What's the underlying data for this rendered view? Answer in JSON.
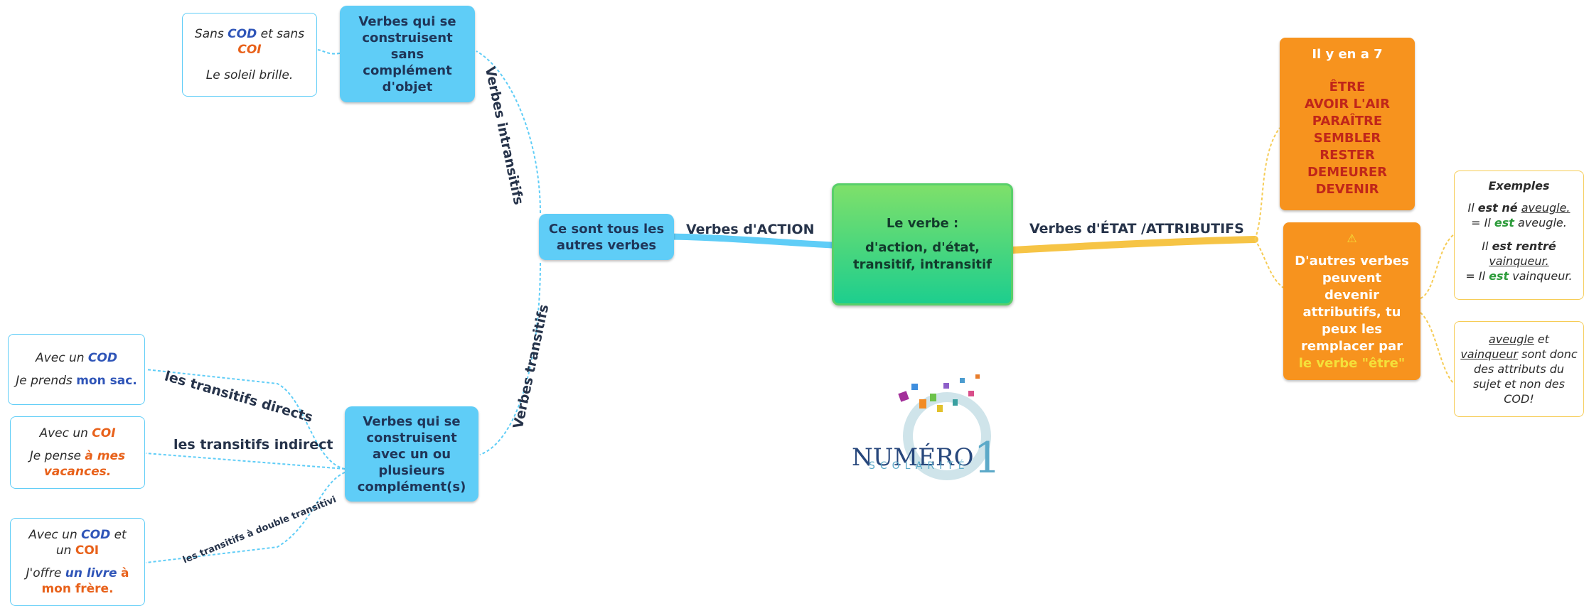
{
  "central": {
    "line1": "Le verbe :",
    "line2": "d'action, d'état,",
    "line3": "transitif, intransitif"
  },
  "branches": {
    "action": "Verbes d'ACTION",
    "etat": "Verbes d'ÉTAT /ATTRIBUTIFS",
    "intransitifs": "Verbes intransitifs",
    "transitifs": "Verbes transitifs",
    "directs": "les transitifs directs",
    "indirect": "les transitifs indirect",
    "double": "les transitifs à double transitivi"
  },
  "nodes": {
    "tous_autres": "Ce sont tous les autres verbes",
    "sans_complement": "Verbes qui se construisent sans complément d'objet",
    "avec_complements": "Verbes qui se construisent avec un ou plusieurs complément(s)",
    "il_y_en_a": "Il y en a 7",
    "liste": [
      "ÊTRE",
      "AVOIR L'AIR",
      "PARAÎTRE",
      "SEMBLER",
      "RESTER",
      "DEMEURER",
      "DEVENIR"
    ],
    "warning_icon": "⚠",
    "autres_verbes": "D'autres verbes peuvent devenir attributifs, tu peux les remplacer par",
    "le_verbe_etre": "le verbe \"être\""
  },
  "callouts": {
    "intrans": {
      "sans": "Sans",
      "cod": "COD",
      "et_sans": "et sans",
      "coi": "COI",
      "example": "Le soleil brille."
    },
    "direct": {
      "avec_un": "Avec un",
      "cod": "COD",
      "ex_pre": "Je prends",
      "ex_hl": "mon sac."
    },
    "indirect": {
      "avec_un": "Avec un",
      "coi": "COI",
      "ex_pre": "Je pense",
      "ex_hl": "à mes vacances."
    },
    "double": {
      "avec_un": "Avec un",
      "cod": "COD",
      "et": "et",
      "un": "un",
      "coi": "COI",
      "ex_pre": "J'offre",
      "ex_cod": "un livre",
      "ex_a": "à",
      "ex_coi": "mon frère."
    },
    "exemples": {
      "title": "Exemples",
      "e1_pre": "Il",
      "e1_verb": "est né",
      "e1_attr": "aveugle.",
      "e1b_pre": "= Il",
      "e1b_verb": "est",
      "e1b_attr": "aveugle.",
      "e2_pre": "Il",
      "e2_verb": "est rentré",
      "e2_attr": "vainqueur.",
      "e2b_pre": "= Il",
      "e2b_verb": "est",
      "e2b_attr": "vainqueur."
    },
    "conclusion": {
      "w1": "aveugle",
      "et": "et",
      "w2": "vainqueur",
      "rest": "sont donc des attributs du sujet et non des COD!"
    }
  },
  "logo": {
    "name": "NUMÉRO",
    "digit": "1",
    "tagline": "SCOLARITÉ"
  },
  "colors": {
    "blue": "#5fcdf7",
    "orange": "#f7931e",
    "green": "#2dcf7a",
    "yellow": "#f6c445"
  }
}
